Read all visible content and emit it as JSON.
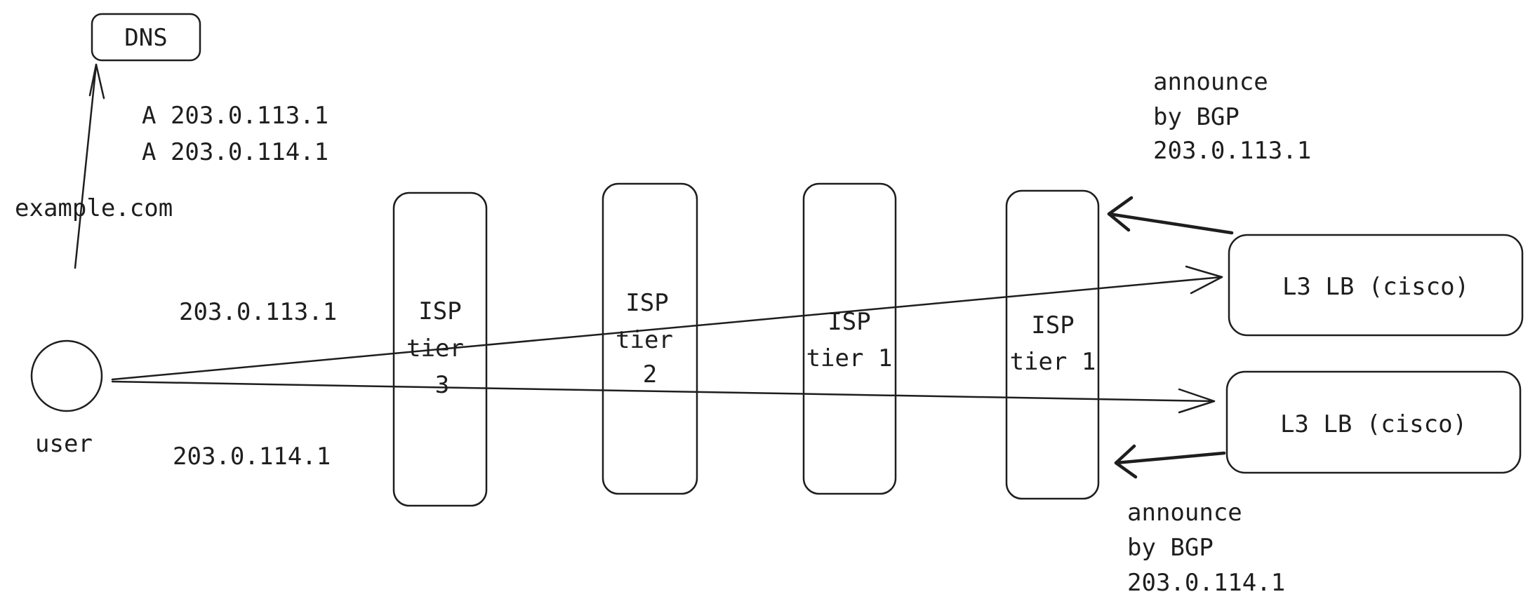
{
  "dns": {
    "label": "DNS"
  },
  "dns_records": [
    "A 203.0.113.1",
    "A 203.0.114.1"
  ],
  "query_label": "example.com",
  "user": {
    "label": "user"
  },
  "routes": {
    "upper_ip": "203.0.113.1",
    "lower_ip": "203.0.114.1"
  },
  "isps": [
    {
      "lines": [
        "ISP",
        "tier",
        "3"
      ],
      "color": "#fff5f5"
    },
    {
      "lines": [
        "ISP",
        "tier",
        "2"
      ],
      "color": "#ffc9c9"
    },
    {
      "lines": [
        "ISP",
        "tier 1"
      ],
      "color": "#ff8787"
    },
    {
      "lines": [
        "ISP",
        "tier 1"
      ],
      "color": "#ff8787"
    }
  ],
  "load_balancers": [
    {
      "label": "L3 LB (cisco)"
    },
    {
      "label": "L3 LB (cisco)"
    }
  ],
  "announcements": [
    {
      "lines": [
        "announce",
        "by BGP",
        "203.0.113.1"
      ]
    },
    {
      "lines": [
        "announce",
        "by BGP",
        "203.0.114.1"
      ]
    }
  ],
  "colors": {
    "hatch": "#c8a8f0",
    "stroke": "#1e1e1e"
  }
}
